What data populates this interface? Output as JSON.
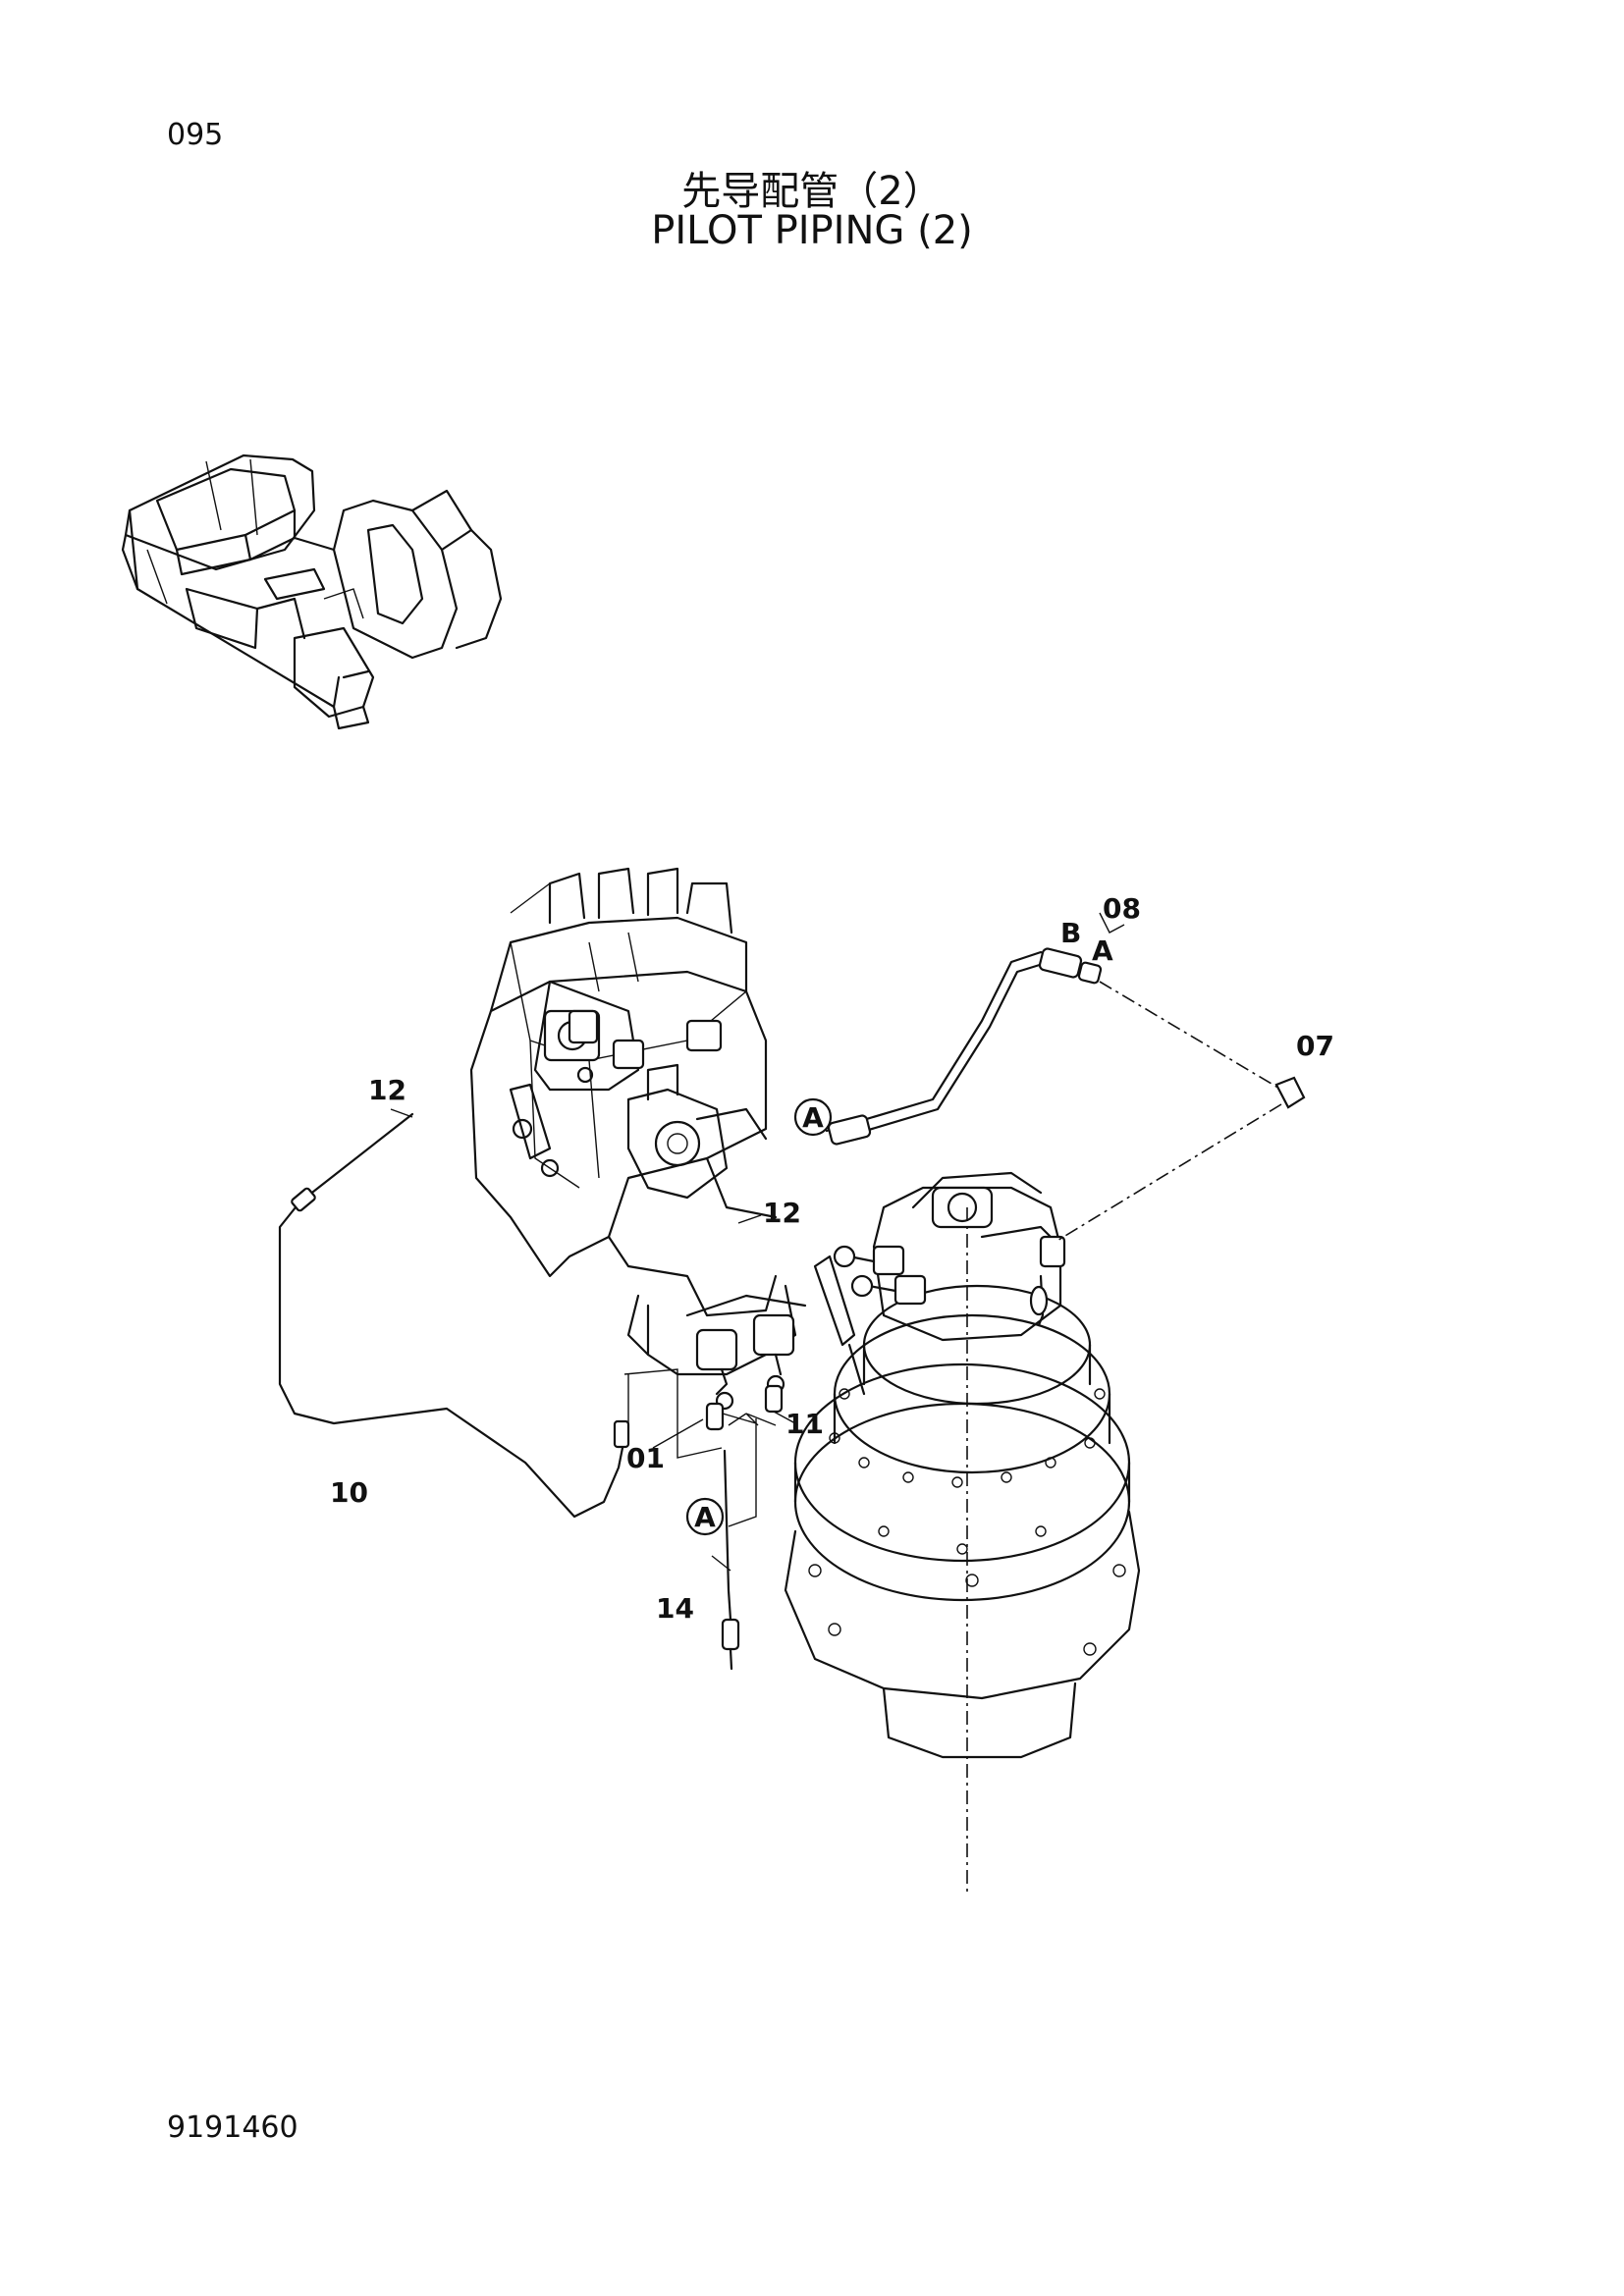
{
  "page_number": "095",
  "title_cn": "先导配管（2）",
  "title_en": "PILOT PIPING (2)",
  "doc_number": "9191460",
  "labels": {
    "p01": "01",
    "p07": "07",
    "p08": "08",
    "p10": "10",
    "p11": "11",
    "p12a": "12",
    "p12b": "12",
    "p14": "14",
    "conn_b": "B",
    "conn_a": "A",
    "circle_a1": "A",
    "circle_a2": "A"
  }
}
